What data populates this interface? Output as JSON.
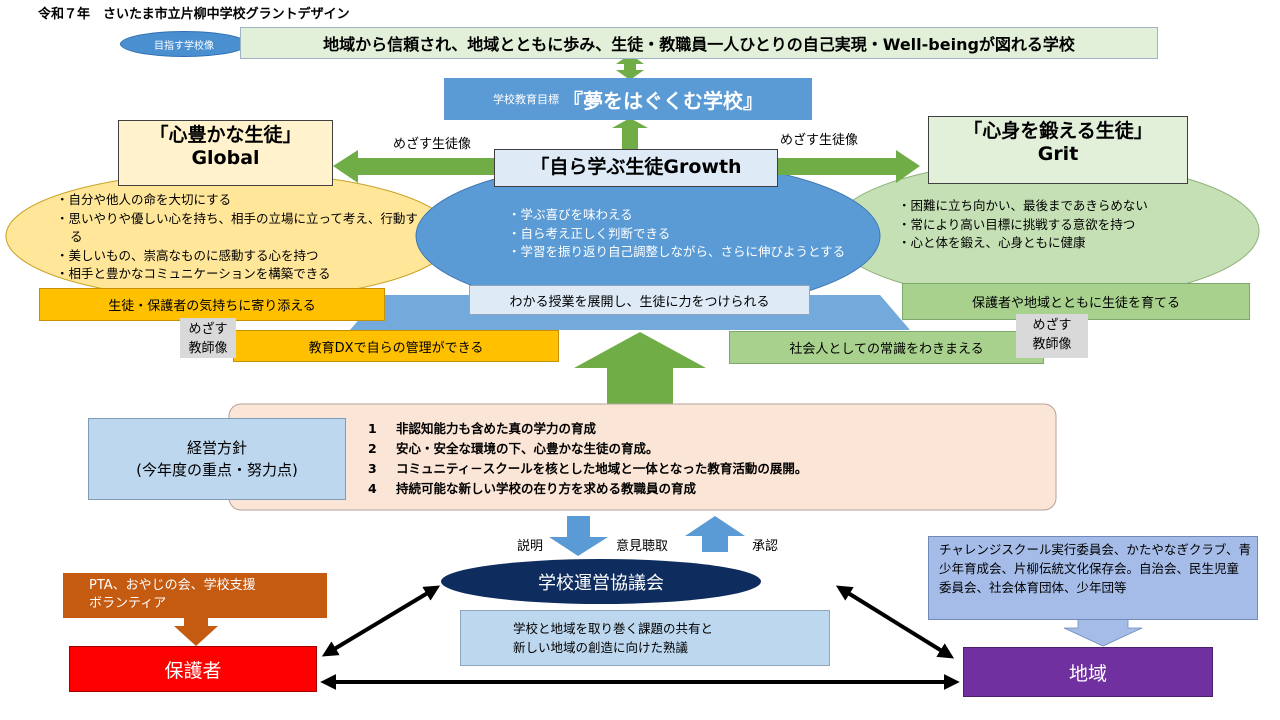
{
  "header": {
    "title": "令和７年　さいたま市立片柳中学校グラントデザイン"
  },
  "vision": {
    "label": "目指す学校像",
    "text": "地域から信頼され、地域とともに歩み、生徒・教職員一人ひとりの自己実現・Well-beingが図れる学校"
  },
  "goal": {
    "label": "学校教育目標",
    "text": "『夢をはぐくむ学校』"
  },
  "student_image_label": "めざす生徒像",
  "heart": {
    "title_line1": "「心豊かな生徒」",
    "title_line2": "Global",
    "items": [
      "・自分や他人の命を大切にする",
      "・思いやりや優しい心を持ち、相手の立場に立って考え、行動する",
      "・美しいもの、崇高なものに感動する心を持つ",
      "・相手と豊かなコミュニケーションを構築できる"
    ],
    "teacher_goal": "生徒・保護者の気持ちに寄り添える",
    "teacher_goal2": "教育DXで自らの管理ができる"
  },
  "growth": {
    "title": "「自ら学ぶ生徒Growth",
    "items": [
      "・学ぶ喜びを味わえる",
      "・自ら考え正しく判断できる",
      "・学習を振り返り自己調整しながら、さらに伸びようとする"
    ],
    "teacher_goal": "わかる授業を展開し、生徒に力をつけられる"
  },
  "mind": {
    "title_line1": "「心身を鍛える生徒」",
    "title_line2": "Grit",
    "items": [
      "・困難に立ち向かい、最後まであきらめない",
      "・常により高い目標に挑戦する意欲を持つ",
      "・心と体を鍛え、心身ともに健康"
    ],
    "teacher_goal": "保護者や地域とともに生徒を育てる",
    "teacher_goal2": "社会人としての常識をわきまえる"
  },
  "teacher_image": {
    "line1": "めざす",
    "line2": "教師像"
  },
  "policy": {
    "label_line1": "経営方針",
    "label_line2": "(今年度の重点・努力点)",
    "items": [
      {
        "num": "1",
        "text": "非認知能力も含めた真の学力の育成"
      },
      {
        "num": "2",
        "text": "安心・安全な環境の下、心豊かな生徒の育成。"
      },
      {
        "num": "3",
        "text": "コミュニティ－スクールを核とした地域と一体となった教育活動の展開。"
      },
      {
        "num": "4",
        "text": "持続可能な新しい学校の在り方を求める教職員の育成"
      }
    ]
  },
  "flow_labels": {
    "explain": "説明",
    "opinion": "意見聴取",
    "approve": "承認"
  },
  "council": {
    "name": "学校運営協議会",
    "desc_line1": "学校と地域を取り巻く課題の共有と",
    "desc_line2": "新しい地域の創造に向けた熟議"
  },
  "pta": {
    "line1": "PTA、おやじの会、学校支援",
    "line2": "ボランティア"
  },
  "community_groups": {
    "lines": [
      "チャレンジスクール実行委員会、かたやなぎクラブ、青少年育成会、片柳伝統文化保存会。自治会、民生児童委員会、社会体育団体、少年団等"
    ]
  },
  "parents": {
    "label": "保護者"
  },
  "region": {
    "label": "地域"
  },
  "colors": {
    "heart_oval": "#ffe699",
    "growth_oval": "#5b9bd5",
    "mind_oval": "#c5e0b4",
    "green_arrow": "#70ad47",
    "blue_arrow": "#5b9bd5",
    "council": "#0e2d5e",
    "parents": "#ff0000",
    "region": "#7030a0",
    "pta": "#c55a11",
    "community": "#a5bce8"
  }
}
